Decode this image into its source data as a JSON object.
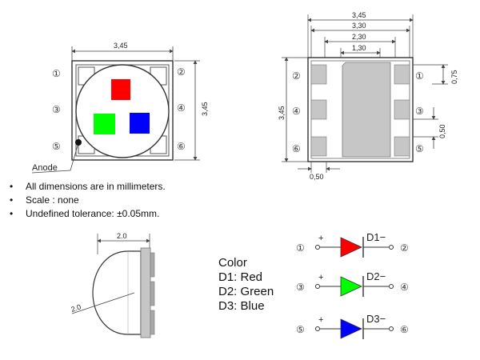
{
  "top_view": {
    "width_dim": "3,45",
    "height_dim": "3,45",
    "anode_label": "Anode",
    "pins": [
      "①",
      "②",
      "③",
      "④",
      "⑤",
      "⑥"
    ],
    "led_colors": {
      "red": "#ff0000",
      "green": "#00ff00",
      "blue": "#0000ff"
    }
  },
  "bottom_view": {
    "dims_horizontal": [
      "3,45",
      "3,30",
      "2,30",
      "1,30"
    ],
    "pad_gap_dim": "0,50",
    "right_top_dim": "0,75",
    "right_mid_dim": "0,50",
    "height_dim": "3,45",
    "pins_left": [
      "②",
      "④",
      "⑥"
    ],
    "pins_right": [
      "①",
      "③",
      "⑤"
    ]
  },
  "notes": [
    "All dimensions are in millimeters.",
    "Scale : none",
    "Undefined tolerance: ±0.05mm."
  ],
  "side_view": {
    "width_dim": "2.0",
    "radius_dim": "2.0"
  },
  "legend": {
    "title": "Color",
    "items": [
      "D1: Red",
      "D2: Green",
      "D3: Blue"
    ]
  },
  "schematic": {
    "diodes": [
      {
        "label": "D1",
        "anode_pin": "①",
        "cathode_pin": "②",
        "color": "#ff0000"
      },
      {
        "label": "D2",
        "anode_pin": "③",
        "cathode_pin": "④",
        "color": "#00ff00"
      },
      {
        "label": "D3",
        "anode_pin": "⑤",
        "cathode_pin": "⑥",
        "color": "#0000ff"
      }
    ],
    "plus": "+",
    "minus": "−"
  }
}
